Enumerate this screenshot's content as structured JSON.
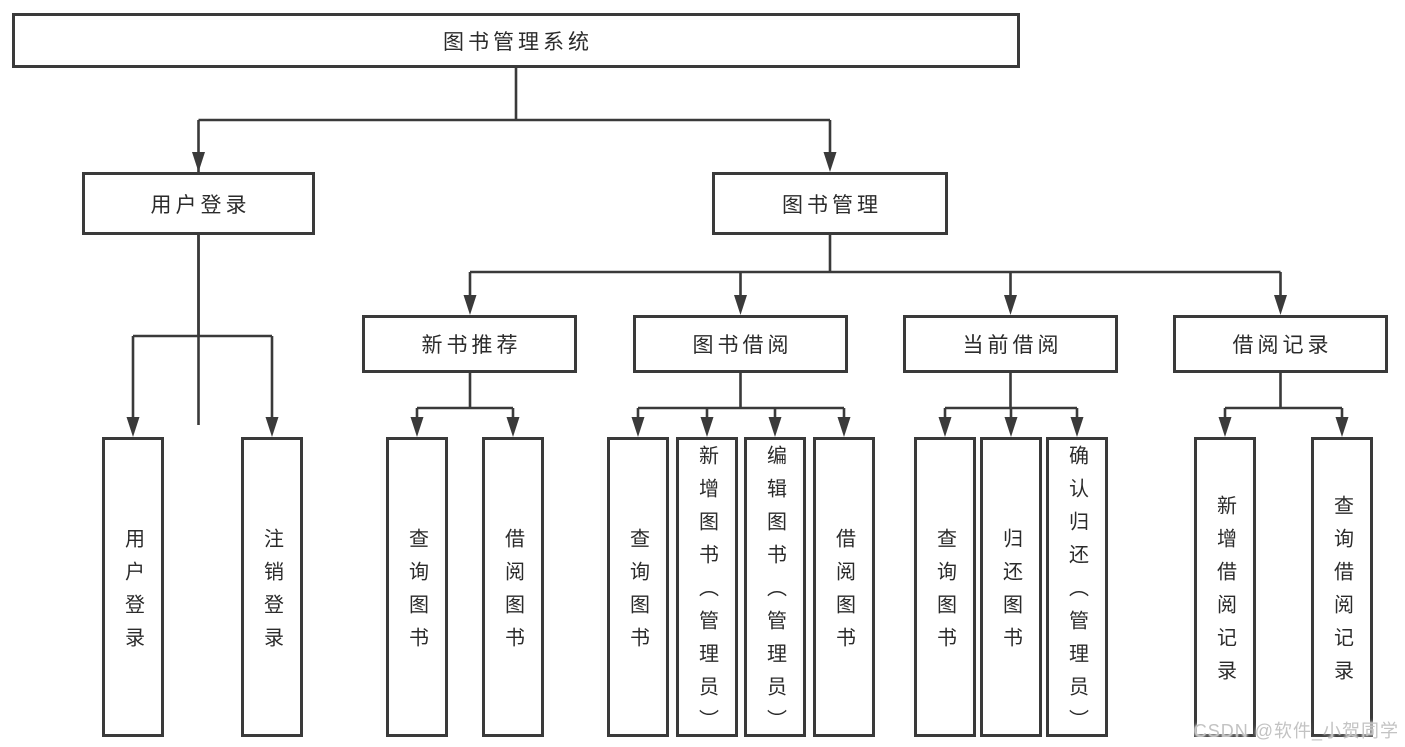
{
  "diagram": {
    "root": "图书管理系统",
    "branches": {
      "user_login": {
        "label": "用户登录",
        "children": [
          "用户登录",
          "注销登录"
        ]
      },
      "book_mgmt": {
        "label": "图书管理",
        "sections": {
          "new_books": {
            "label": "新书推荐",
            "children": [
              "查询图书",
              "借阅图书"
            ]
          },
          "book_borrow": {
            "label": "图书借阅",
            "children": [
              "查询图书",
              "新增图书（管理员）",
              "编辑图书（管理员）",
              "借阅图书"
            ]
          },
          "current_borrow": {
            "label": "当前借阅",
            "children": [
              "查询图书",
              "归还图书",
              "确认归还（管理员）"
            ]
          },
          "borrow_records": {
            "label": "借阅记录",
            "children": [
              "新增借阅记录",
              "查询借阅记录"
            ]
          }
        }
      }
    }
  },
  "watermark": "CSDN @软件_小贺同学",
  "colors": {
    "line": "#3a3a3a",
    "text": "#2b2b2b",
    "watermark": "#c3c3c3",
    "background": "#ffffff"
  }
}
